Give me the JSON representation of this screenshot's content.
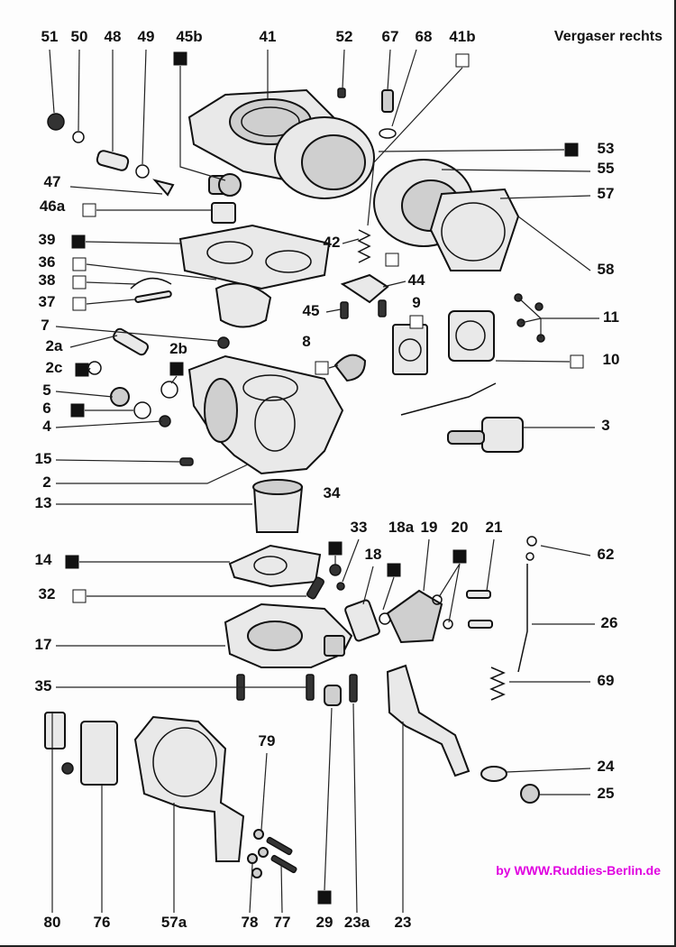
{
  "title": "Vergaser rechts",
  "credit": "by  WWW.Ruddies-Berlin.de",
  "colors": {
    "credit": "#e000e0",
    "ink": "#111111",
    "paper": "#fdfdfd"
  },
  "labels": [
    {
      "id": "51",
      "text": "51"
    },
    {
      "id": "50",
      "text": "50"
    },
    {
      "id": "48",
      "text": "48"
    },
    {
      "id": "49",
      "text": "49"
    },
    {
      "id": "45b",
      "text": "45b"
    },
    {
      "id": "41",
      "text": "41"
    },
    {
      "id": "52",
      "text": "52"
    },
    {
      "id": "67",
      "text": "67"
    },
    {
      "id": "68",
      "text": "68"
    },
    {
      "id": "41b",
      "text": "41b"
    },
    {
      "id": "53",
      "text": "53"
    },
    {
      "id": "55",
      "text": "55"
    },
    {
      "id": "57",
      "text": "57"
    },
    {
      "id": "58",
      "text": "58"
    },
    {
      "id": "47",
      "text": "47"
    },
    {
      "id": "46a",
      "text": "46a"
    },
    {
      "id": "39",
      "text": "39"
    },
    {
      "id": "36",
      "text": "36"
    },
    {
      "id": "38",
      "text": "38"
    },
    {
      "id": "37",
      "text": "37"
    },
    {
      "id": "42",
      "text": "42"
    },
    {
      "id": "44",
      "text": "44"
    },
    {
      "id": "45",
      "text": "45"
    },
    {
      "id": "9",
      "text": "9"
    },
    {
      "id": "11",
      "text": "11"
    },
    {
      "id": "7",
      "text": "7"
    },
    {
      "id": "8",
      "text": "8"
    },
    {
      "id": "2a",
      "text": "2a"
    },
    {
      "id": "2b",
      "text": "2b"
    },
    {
      "id": "2c",
      "text": "2c"
    },
    {
      "id": "10",
      "text": "10"
    },
    {
      "id": "5",
      "text": "5"
    },
    {
      "id": "6",
      "text": "6"
    },
    {
      "id": "4",
      "text": "4"
    },
    {
      "id": "3",
      "text": "3"
    },
    {
      "id": "15",
      "text": "15"
    },
    {
      "id": "2",
      "text": "2"
    },
    {
      "id": "13",
      "text": "13"
    },
    {
      "id": "34",
      "text": "34"
    },
    {
      "id": "33",
      "text": "33"
    },
    {
      "id": "18a",
      "text": "18a"
    },
    {
      "id": "19",
      "text": "19"
    },
    {
      "id": "20",
      "text": "20"
    },
    {
      "id": "21",
      "text": "21"
    },
    {
      "id": "62",
      "text": "62"
    },
    {
      "id": "14",
      "text": "14"
    },
    {
      "id": "18",
      "text": "18"
    },
    {
      "id": "32",
      "text": "32"
    },
    {
      "id": "26",
      "text": "26"
    },
    {
      "id": "17",
      "text": "17"
    },
    {
      "id": "69",
      "text": "69"
    },
    {
      "id": "35",
      "text": "35"
    },
    {
      "id": "79",
      "text": "79"
    },
    {
      "id": "24",
      "text": "24"
    },
    {
      "id": "25",
      "text": "25"
    },
    {
      "id": "80",
      "text": "80"
    },
    {
      "id": "76",
      "text": "76"
    },
    {
      "id": "57a",
      "text": "57a"
    },
    {
      "id": "78",
      "text": "78"
    },
    {
      "id": "77",
      "text": "77"
    },
    {
      "id": "29",
      "text": "29"
    },
    {
      "id": "23a",
      "text": "23a"
    },
    {
      "id": "23",
      "text": "23"
    }
  ]
}
